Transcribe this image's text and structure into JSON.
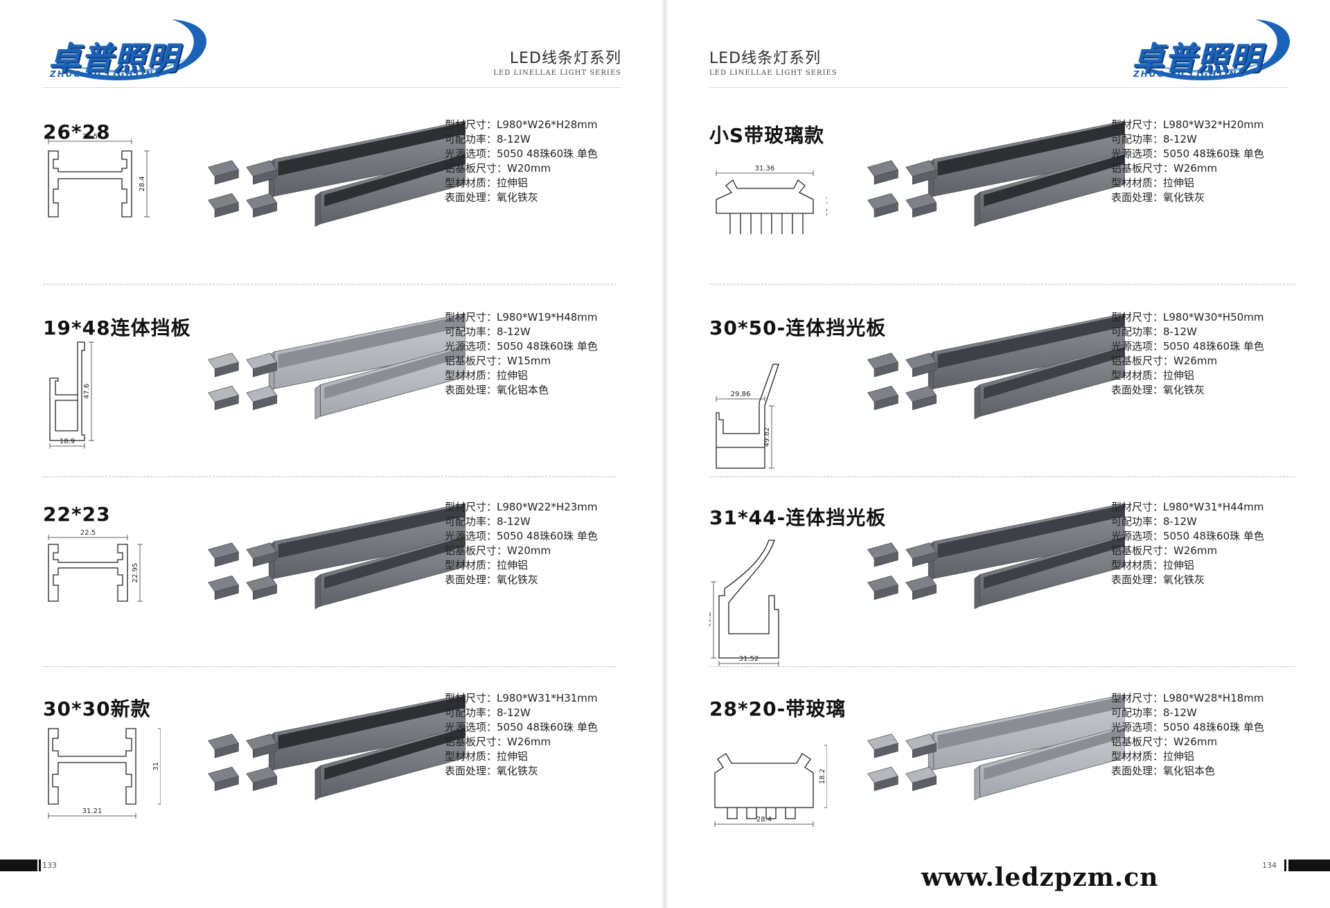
{
  "brand": {
    "name_cn": "卓普照明",
    "name_en": "ZHUO PU LIGHTING",
    "primary_color": "#1b63b8"
  },
  "series": {
    "title_cn": "LED线条灯系列",
    "title_en": "LED LINELLAE LIGHT SERIES"
  },
  "spec_labels": [
    "型材尺寸：",
    "可配功率：",
    "光源选项：",
    "铝基板尺寸：",
    "型材材质：",
    "表面处理："
  ],
  "left_page": {
    "page_number": "133",
    "products": [
      {
        "title": "26*28",
        "dims": {
          "width": "26.5",
          "height": "28.4"
        },
        "specs": [
          "L980*W26*H28mm",
          "8-12W",
          "5050 48珠60珠 单色",
          "W20mm",
          "拉伸铝",
          "氧化铁灰"
        ]
      },
      {
        "title": "19*48连体挡板",
        "dims": {
          "width": "18.9",
          "height": "47.6"
        },
        "specs": [
          "L980*W19*H48mm",
          "8-12W",
          "5050 48珠60珠 单色",
          "W15mm",
          "拉伸铝",
          "氧化铝本色"
        ]
      },
      {
        "title": "22*23",
        "dims": {
          "width": "22.5",
          "height": "22.95"
        },
        "specs": [
          "L980*W22*H23mm",
          "8-12W",
          "5050 48珠60珠 单色",
          "W20mm",
          "拉伸铝",
          "氧化铁灰"
        ]
      },
      {
        "title": "30*30新款",
        "dims": {
          "width": "31.21",
          "height": "31"
        },
        "specs": [
          "L980*W31*H31mm",
          "8-12W",
          "5050 48珠60珠 单色",
          "W26mm",
          "拉伸铝",
          "氧化铁灰"
        ]
      }
    ]
  },
  "right_page": {
    "page_number": "134",
    "products": [
      {
        "title": "小S带玻璃款",
        "dims": {
          "width": "31.36",
          "height": "19.44"
        },
        "specs": [
          "L980*W32*H20mm",
          "8-12W",
          "5050 48珠60珠 单色",
          "W26mm",
          "拉伸铝",
          "氧化铁灰"
        ]
      },
      {
        "title": "30*50-连体挡光板",
        "dims": {
          "width": "29.86",
          "height": "49.82"
        },
        "specs": [
          "L980*W30*H50mm",
          "8-12W",
          "5050 48珠60珠 单色",
          "W26mm",
          "拉伸铝",
          "氧化铁灰"
        ]
      },
      {
        "title": "31*44-连体挡光板",
        "dims": {
          "width": "31.52",
          "height": "44.8"
        },
        "specs": [
          "L980*W31*H44mm",
          "8-12W",
          "5050 48珠60珠 单色",
          "W26mm",
          "拉伸铝",
          "氧化铁灰"
        ]
      },
      {
        "title": "28*20-带玻璃",
        "dims": {
          "width": "28.4",
          "height": "18.2"
        },
        "specs": [
          "L980*W28*H18mm",
          "8-12W",
          "5050 48珠60珠 单色",
          "W26mm",
          "拉伸铝",
          "氧化铝本色"
        ]
      }
    ]
  },
  "website": "www.ledzpzm.cn"
}
